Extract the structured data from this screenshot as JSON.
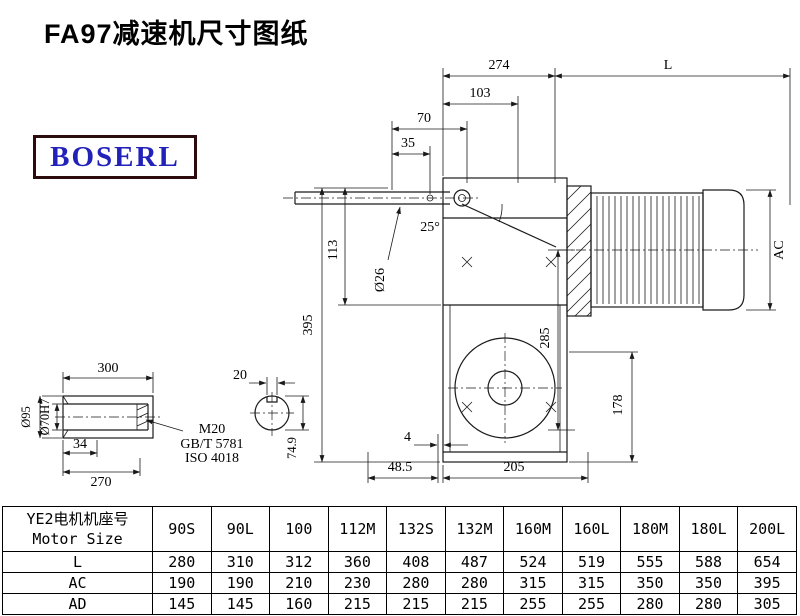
{
  "page": {
    "title": "FA97减速机尺寸图纸",
    "logo": "BOSERL"
  },
  "main_view": {
    "d274": "274",
    "dL": "L",
    "d103": "103",
    "d70": "70",
    "d35": "35",
    "a25": "25°",
    "phi26": "Ø26",
    "d395": "395",
    "d113": "113",
    "d285": "285",
    "dAC": "AC",
    "d178": "178",
    "d4": "4",
    "d48_5": "48.5",
    "d205": "205"
  },
  "shaft_view": {
    "d300": "300",
    "d20": "20",
    "d34": "34",
    "d270": "270",
    "phi95": "Ø95",
    "phi70": "Ø70H7",
    "m20": "M20",
    "gbt": "GB/T 5781",
    "iso": "ISO 4018",
    "d74_9": "74.9"
  },
  "table": {
    "header_cn": "YE2电机机座号",
    "header_en": "Motor Size",
    "sizes": [
      "90S",
      "90L",
      "100",
      "112M",
      "132S",
      "132M",
      "160M",
      "160L",
      "180M",
      "180L",
      "200L"
    ],
    "rows": [
      {
        "label": "L",
        "values": [
          "280",
          "310",
          "312",
          "360",
          "408",
          "487",
          "524",
          "519",
          "555",
          "588",
          "654"
        ]
      },
      {
        "label": "AC",
        "values": [
          "190",
          "190",
          "210",
          "230",
          "280",
          "280",
          "315",
          "315",
          "350",
          "350",
          "395"
        ]
      },
      {
        "label": "AD",
        "values": [
          "145",
          "145",
          "160",
          "215",
          "215",
          "215",
          "255",
          "255",
          "280",
          "280",
          "305"
        ]
      }
    ]
  }
}
